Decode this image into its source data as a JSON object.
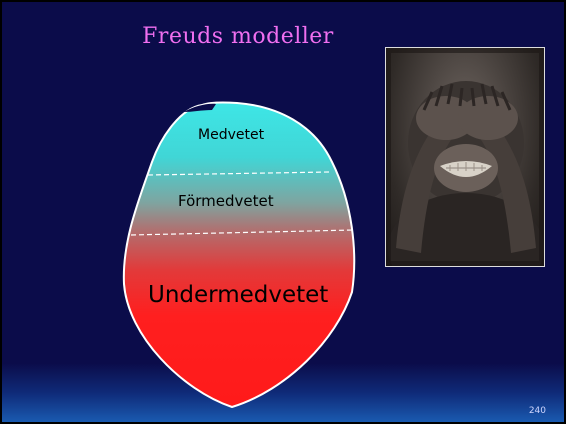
{
  "slide": {
    "title": "Freuds modeller",
    "page_number": "240"
  },
  "diagram": {
    "layers": [
      {
        "label": "Medvetet",
        "color": "#33cccc"
      },
      {
        "label": "Förmedvetet",
        "color": "#a08080"
      },
      {
        "label": "Undermedvetet",
        "color": "#ff2020"
      }
    ],
    "divider_style": "dashed-white"
  },
  "photo": {
    "subject": "chimpanzee covering eyes with hands"
  }
}
